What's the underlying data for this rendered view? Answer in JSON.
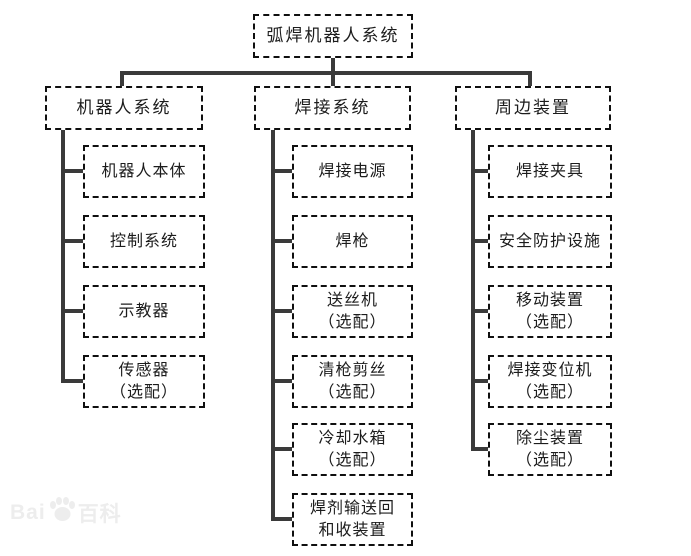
{
  "root": {
    "label": "弧焊机器人系统"
  },
  "branches": [
    {
      "label": "机器人系统",
      "children": [
        {
          "line1": "机器人本体"
        },
        {
          "line1": "控制系统"
        },
        {
          "line1": "示教器"
        },
        {
          "line1": "传感器",
          "line2": "（选配）"
        }
      ]
    },
    {
      "label": "焊接系统",
      "children": [
        {
          "line1": "焊接电源"
        },
        {
          "line1": "焊枪"
        },
        {
          "line1": "送丝机",
          "line2": "（选配）"
        },
        {
          "line1": "清枪剪丝",
          "line2": "（选配）"
        },
        {
          "line1": "冷却水箱",
          "line2": "（选配）"
        },
        {
          "line1": "焊剂输送回",
          "line2": "和收装置"
        }
      ]
    },
    {
      "label": "周边装置",
      "children": [
        {
          "line1": "焊接夹具"
        },
        {
          "line1": "安全防护设施"
        },
        {
          "line1": "移动装置",
          "line2": "（选配）"
        },
        {
          "line1": "焊接变位机",
          "line2": "（选配）"
        },
        {
          "line1": "除尘装置",
          "line2": "（选配）"
        }
      ]
    }
  ],
  "watermark": {
    "latin": "Bai",
    "cjk": "百科"
  },
  "colors": {
    "connector": "#3a3a3a",
    "border": "#101010",
    "text": "#1c1c1c",
    "background": "#ffffff",
    "watermark": "#ededed"
  }
}
